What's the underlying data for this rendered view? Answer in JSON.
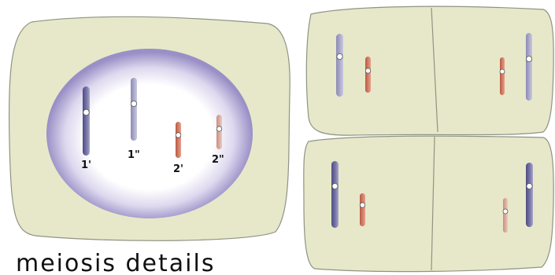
{
  "colors": {
    "cytoplasm": "#e7e8c9",
    "cell_outline": "#8f9384",
    "nucleus_ring": "#9a8fc6",
    "nucleus_center": "#ffffff",
    "chromosome_1": "#6b6a9b",
    "chromosome_1_light": "#a9a8c9",
    "chromosome_2": "#d9826c",
    "chromosome_2_light": "#d9a79a"
  },
  "left_cell": {
    "labels": [
      "1'",
      "1\"",
      "2'",
      "2\""
    ]
  },
  "caption": "meiosis details"
}
